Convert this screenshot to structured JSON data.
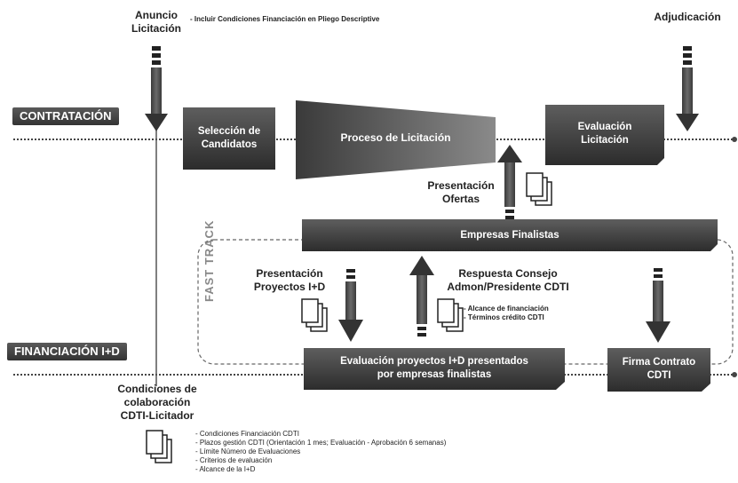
{
  "tracks": {
    "contratacion": "CONTRATACIÓN",
    "financiacion": "FINANCIACIÓN I+D"
  },
  "top": {
    "anuncio": "Anuncio\nLicitación",
    "anuncio_note": "- Incluir Condiciones Financiación en Pliego Descriptive",
    "adjudicacion": "Adjudicación"
  },
  "boxes": {
    "seleccion": "Selección de\nCandidatos",
    "proceso": "Proceso de Licitación",
    "evaluacion_licitacion": "Evaluación\nLicitación",
    "empresas_finalistas": "Empresas Finalistas",
    "evaluacion_proyectos": "Evaluación proyectos I+D presentados\npor empresas finalistas",
    "firma_contrato": "Firma Contrato\nCDTI"
  },
  "labels": {
    "presentacion_ofertas": "Presentación\nOfertas",
    "presentacion_proyectos": "Presentación\nProyectos I+D",
    "respuesta_consejo": "Respuesta Consejo\nAdmon/Presidente CDTI",
    "fast_track": "FAST TRACK",
    "condiciones": "Condiciones de\ncolaboración\nCDTI-Licitador"
  },
  "respuesta_bullets": [
    "- Alcance de financiación",
    "- Términos crédito CDTI"
  ],
  "condiciones_bullets": [
    "- Condiciones Financiación CDTI",
    "- Plazos gestión CDTI  (Orientación 1 mes; Evaluación - Aprobación 6 semanas)",
    "- Límite Número de Evaluaciones",
    "- Criterios de evaluación",
    "- Alcance de la I+D"
  ],
  "icons": [
    "document-stack-icon",
    "arrow-down-icon",
    "arrow-up-icon"
  ]
}
